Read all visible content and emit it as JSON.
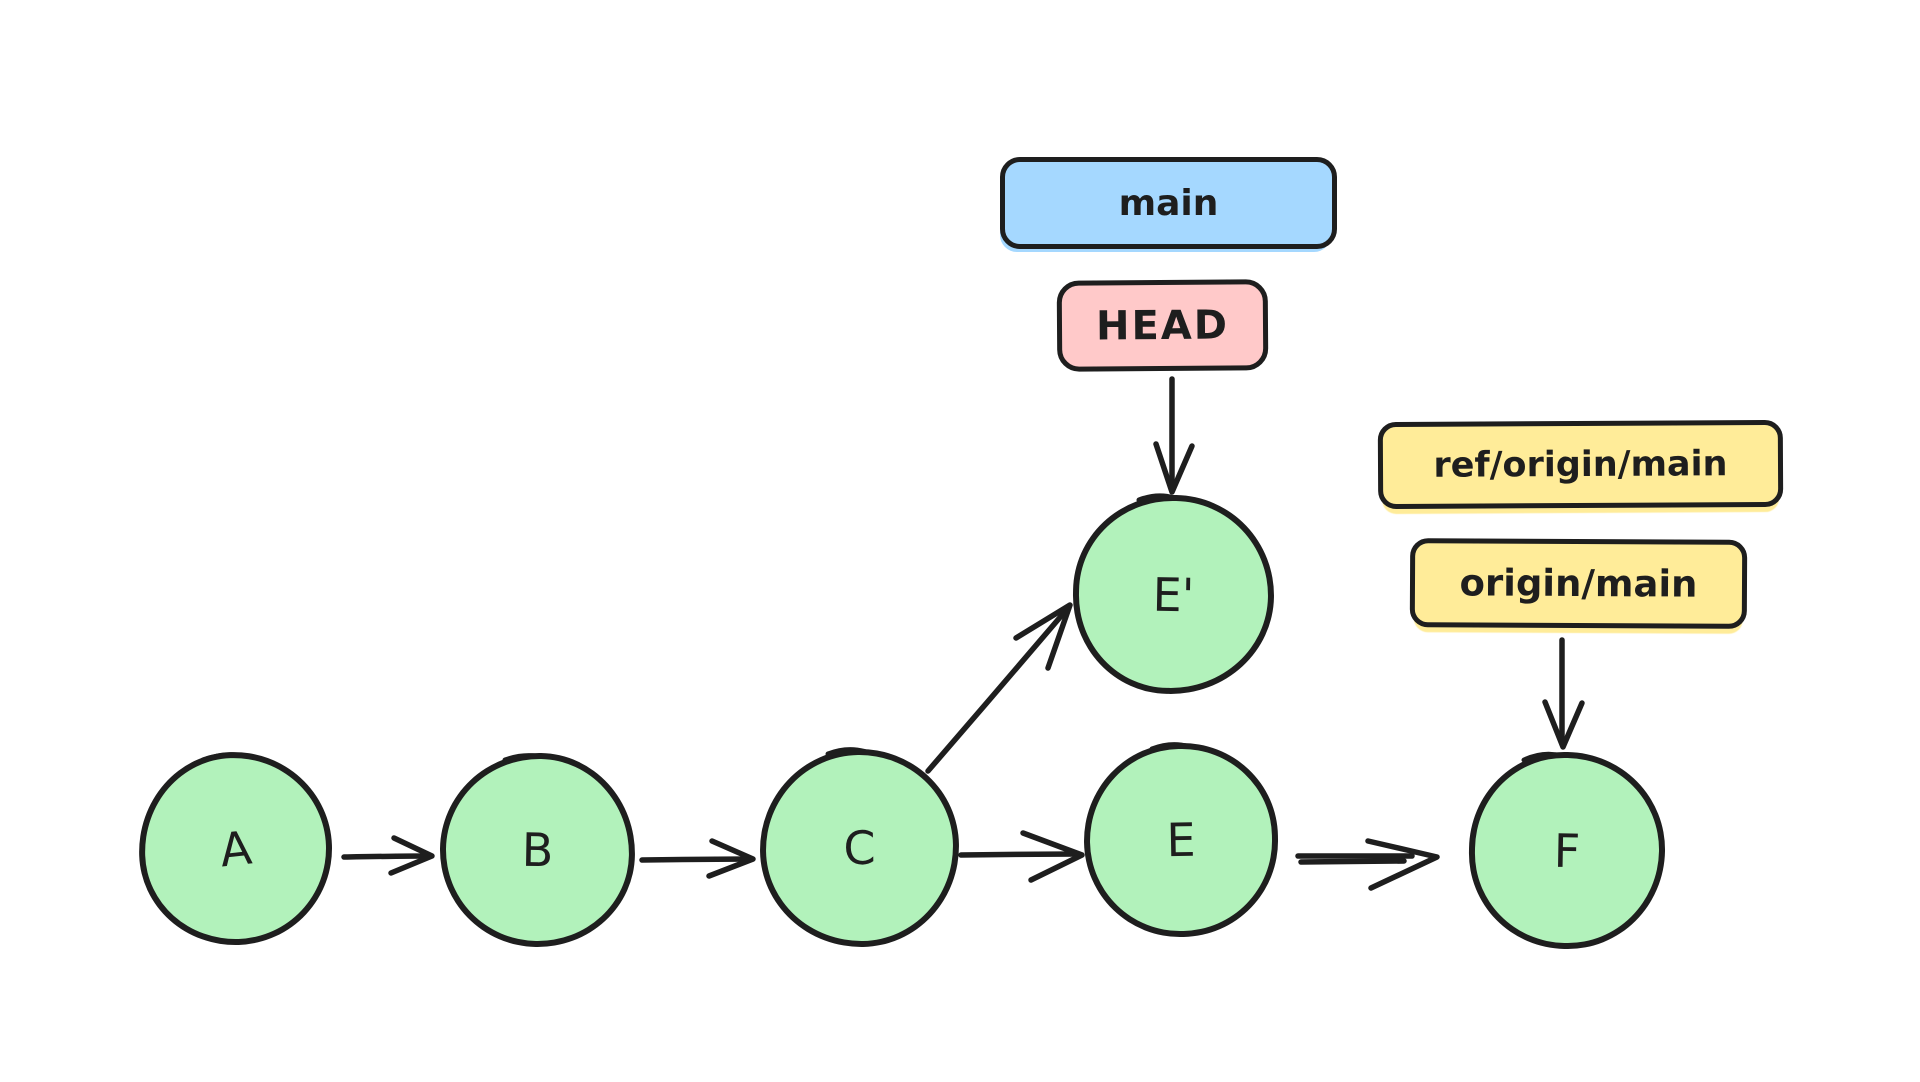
{
  "diagram": {
    "type": "git-commit-graph",
    "style": "hand-drawn",
    "background": "#ffffff",
    "nodes": [
      {
        "id": "A",
        "label": "A"
      },
      {
        "id": "B",
        "label": "B"
      },
      {
        "id": "C",
        "label": "C"
      },
      {
        "id": "E'",
        "label": "E'"
      },
      {
        "id": "E",
        "label": "E"
      },
      {
        "id": "F",
        "label": "F"
      }
    ],
    "badges": [
      {
        "id": "main",
        "label": "main",
        "fill": "#a5d8ff",
        "points_to": "E'"
      },
      {
        "id": "head",
        "label": "HEAD",
        "fill": "#ffc9c9",
        "points_to": "E'"
      },
      {
        "id": "ref-origin-main",
        "label": "ref/origin/main",
        "fill": "#ffec99",
        "points_to": "F"
      },
      {
        "id": "origin-main",
        "label": "origin/main",
        "fill": "#ffec99",
        "points_to": "F"
      }
    ],
    "edges": [
      {
        "from": "A",
        "to": "B",
        "style": "single"
      },
      {
        "from": "B",
        "to": "C",
        "style": "single"
      },
      {
        "from": "C",
        "to": "E'",
        "style": "single-diagonal"
      },
      {
        "from": "C",
        "to": "E",
        "style": "single"
      },
      {
        "from": "E",
        "to": "F",
        "style": "double-shaft"
      },
      {
        "from": "HEAD",
        "to": "E'",
        "style": "single-vertical"
      },
      {
        "from": "origin/main",
        "to": "F",
        "style": "single-vertical"
      }
    ],
    "colors": {
      "node_fill": "#b2f2bb",
      "stroke": "#1e1e1e",
      "branch_badge_fill": "#a5d8ff",
      "head_badge_fill": "#ffc9c9",
      "remote_badge_fill": "#ffec99"
    }
  }
}
